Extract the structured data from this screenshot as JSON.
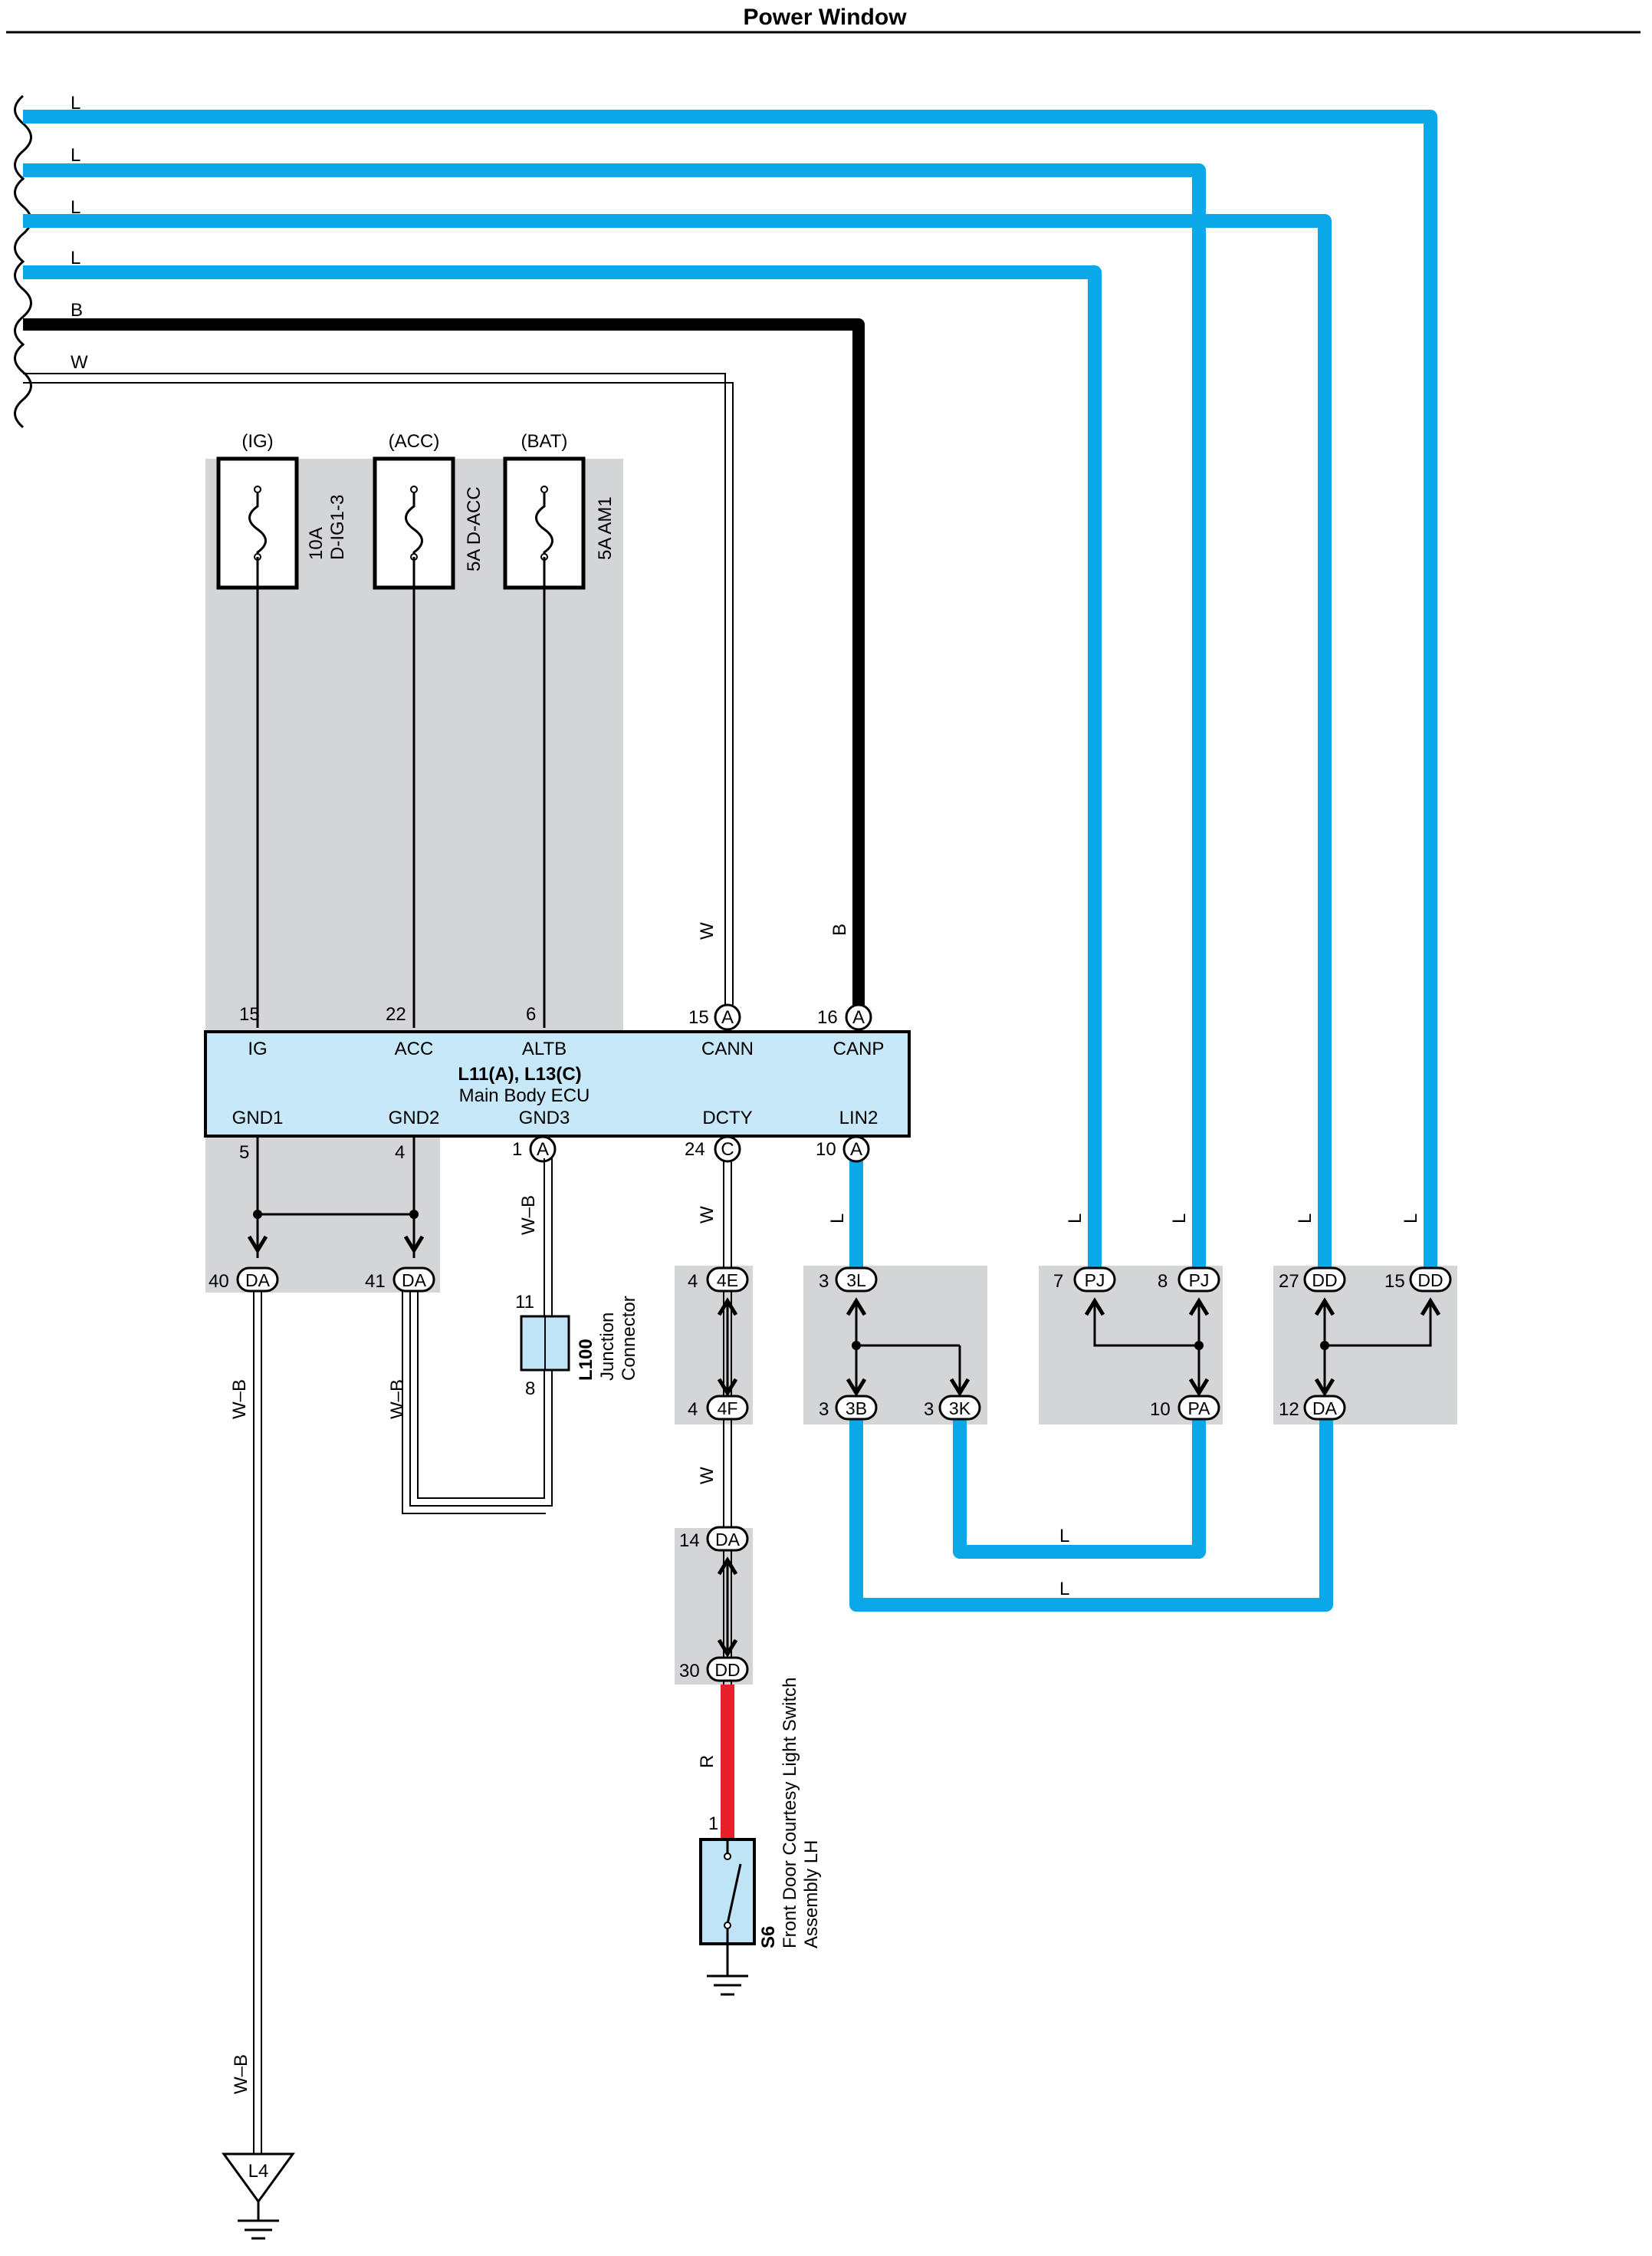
{
  "title": "Power Window",
  "colors": {
    "blue_wire": "#0aa8e8",
    "black_wire": "#000000",
    "red_wire": "#e8202a",
    "gray_box": "#d4d5d7",
    "ecu_fill": "#c6e8f8",
    "connector_fill": "#bfe4f6"
  },
  "left_wires": [
    {
      "color_code": "L"
    },
    {
      "color_code": "L"
    },
    {
      "color_code": "L"
    },
    {
      "color_code": "L"
    },
    {
      "color_code": "B"
    },
    {
      "color_code": "W"
    }
  ],
  "fuses": [
    {
      "source": "(IG)",
      "rating": "10A",
      "name": "D-IG1-3"
    },
    {
      "source": "(ACC)",
      "rating": "5A D-ACC",
      "name": ""
    },
    {
      "source": "(BAT)",
      "rating": "5A AM1",
      "name": ""
    }
  ],
  "ecu": {
    "id": "L11(A), L13(C)",
    "name": "Main Body ECU",
    "top_pins": [
      {
        "num": "15",
        "label": "IG"
      },
      {
        "num": "22",
        "label": "ACC"
      },
      {
        "num": "6",
        "label": "ALTB"
      },
      {
        "num": "15",
        "conn": "A",
        "label": "CANN"
      },
      {
        "num": "16",
        "conn": "A",
        "label": "CANP"
      }
    ],
    "bottom_pins": [
      {
        "num": "5",
        "label": "GND1"
      },
      {
        "num": "4",
        "label": "GND2"
      },
      {
        "num": "1",
        "conn": "A",
        "label": "GND3"
      },
      {
        "num": "24",
        "conn": "C",
        "label": "DCTY"
      },
      {
        "num": "10",
        "conn": "A",
        "label": "LIN2"
      }
    ]
  },
  "wire_labels": {
    "cann": "W",
    "canp": "B",
    "gnd3": "W–B",
    "dcty": "W",
    "lin2": "L",
    "pj7": "L",
    "pj8": "L",
    "dd27": "L",
    "dd15": "L",
    "gnd_left": "W–B",
    "gnd_mid": "W–B",
    "gnd_bottom": "W–B",
    "w_4f": "W",
    "red": "R",
    "loop1": "L",
    "loop2": "L"
  },
  "connectors": {
    "da40": {
      "num": "40",
      "id": "DA"
    },
    "da41": {
      "num": "41",
      "id": "DA"
    },
    "e4": {
      "num": "4",
      "id": "4E"
    },
    "f4": {
      "num": "4",
      "id": "4F"
    },
    "l3": {
      "num": "3",
      "id": "3L"
    },
    "b3": {
      "num": "3",
      "id": "3B"
    },
    "k3": {
      "num": "3",
      "id": "3K"
    },
    "pj7": {
      "num": "7",
      "id": "PJ"
    },
    "pj8": {
      "num": "8",
      "id": "PJ"
    },
    "pa10": {
      "num": "10",
      "id": "PA"
    },
    "dd27": {
      "num": "27",
      "id": "DD"
    },
    "dd15": {
      "num": "15",
      "id": "DD"
    },
    "da12": {
      "num": "12",
      "id": "DA"
    },
    "da14": {
      "num": "14",
      "id": "DA"
    },
    "dd30": {
      "num": "30",
      "id": "DD"
    }
  },
  "junction": {
    "id": "L100",
    "name1": "Junction",
    "name2": "Connector",
    "pin_top": "11",
    "pin_bottom": "8"
  },
  "switch": {
    "id": "S6",
    "name1": "Front Door Courtesy Light Switch",
    "name2": "Assembly LH",
    "pin": "1"
  },
  "ground": {
    "id": "L4"
  }
}
